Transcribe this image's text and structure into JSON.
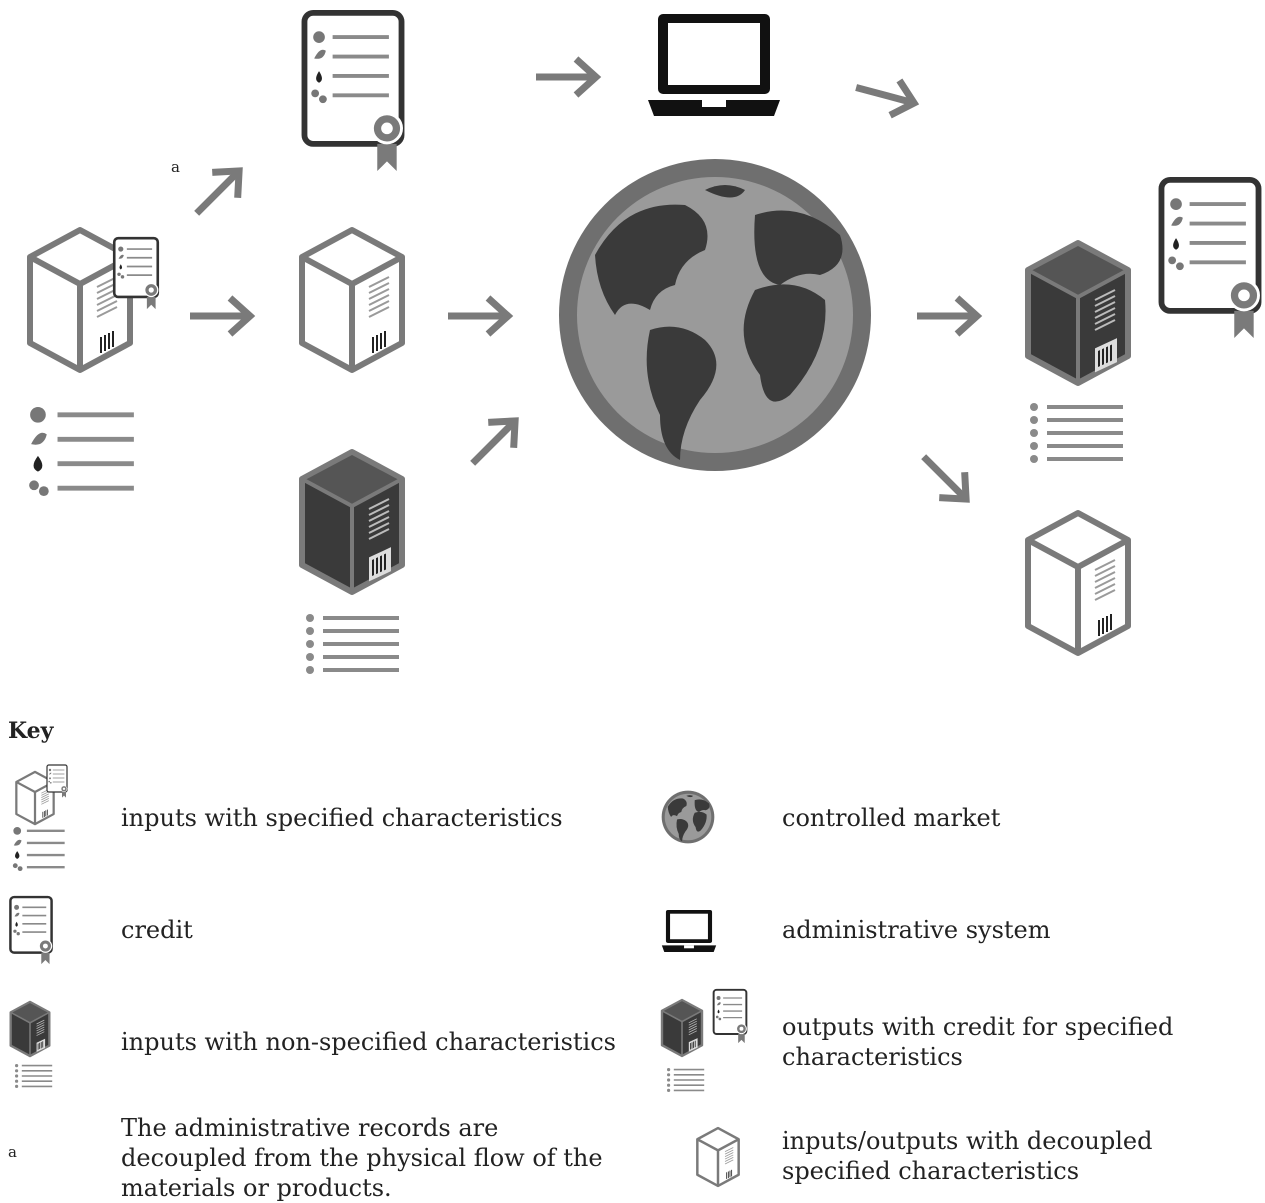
{
  "diagram": {
    "note_marker": "a"
  },
  "key": {
    "title": "Key",
    "items": [
      {
        "icon": "box-with-credit-and-characteristics",
        "text": "inputs with specified characteristics"
      },
      {
        "icon": "certificate-icon",
        "text": "credit"
      },
      {
        "icon": "dark-box-with-list",
        "text": "inputs with non-specified characteristics"
      },
      {
        "icon": "globe-icon",
        "text": "controlled market"
      },
      {
        "icon": "laptop-icon",
        "text": "administrative system"
      },
      {
        "icon": "dark-box-with-credit",
        "text": "outputs with credit for specified characteristics"
      },
      {
        "icon": "white-box-icon",
        "text": "inputs/outputs with decoupled specified characteristics"
      }
    ],
    "note": {
      "marker": "a",
      "text": "The administrative records are decoupled from the physical flow of the materials or products."
    }
  },
  "colors": {
    "grey": "#7a7a7a",
    "dark": "#3a3a3a",
    "black": "#111111",
    "globe_ocean": "#9a9a9a",
    "globe_rim": "#6f6f6f"
  }
}
